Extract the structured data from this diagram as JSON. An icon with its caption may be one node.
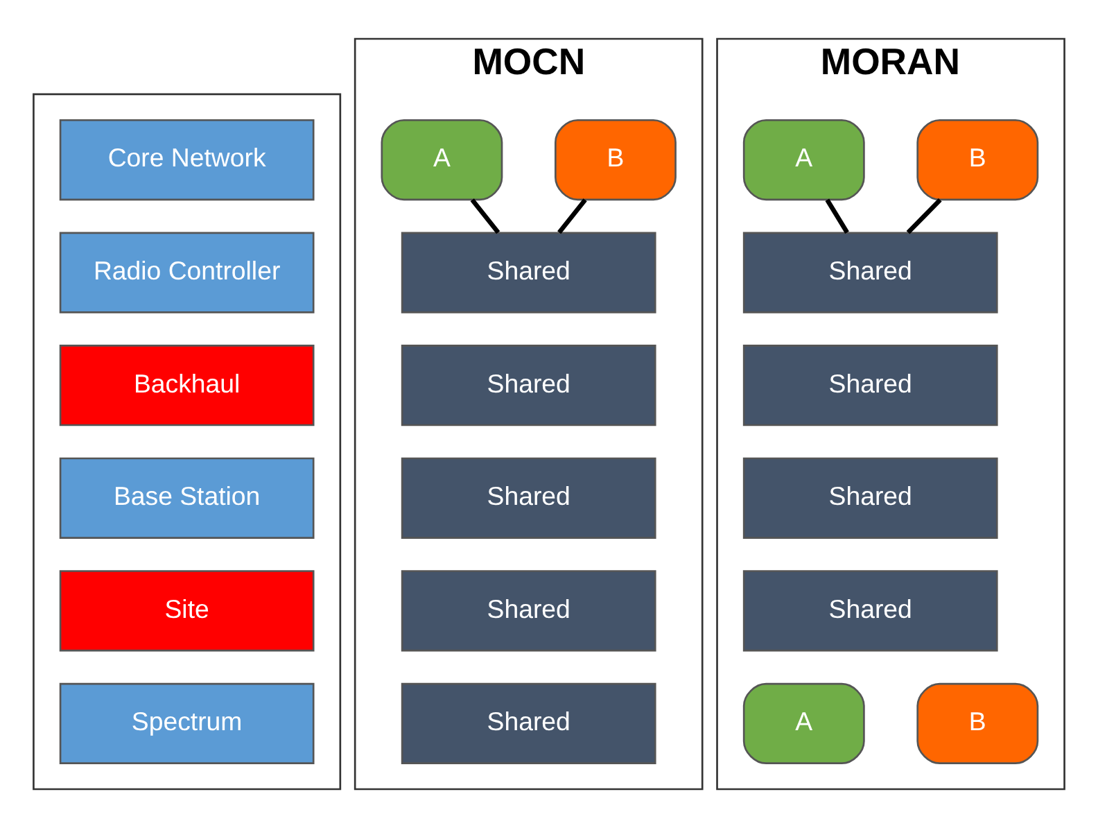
{
  "diagram": {
    "nodes": [
      {
        "text": [],
        "shape": "box"
      },
      {
        "text": [
          "Core Network"
        ],
        "in": 0
      },
      {
        "text": [
          "Radio Controller"
        ],
        "in": 0
      },
      {
        "text": [
          "Backhaul"
        ],
        "in": 0
      },
      {
        "text": [
          "Base Station"
        ],
        "in": 0
      },
      {
        "text": [
          "Site"
        ],
        "in": 0
      },
      {
        "text": [
          "Spectrum"
        ],
        "in": 0
      },
      {
        "text": [
          "MOCN"
        ]
      },
      {
        "text": [
          "A"
        ],
        "in": 7
      },
      {
        "text": [
          "B"
        ],
        "in": 7
      },
      {
        "text": [
          "Shared"
        ],
        "in": 7
      },
      {
        "text": [
          "Shared"
        ],
        "in": 7
      },
      {
        "text": [
          "Shared"
        ],
        "in": 7
      },
      {
        "text": [
          "Shared"
        ],
        "in": 7
      },
      {
        "text": [
          "Shared"
        ],
        "in": 7
      },
      {
        "text": [
          "MORAN"
        ]
      },
      {
        "text": [
          "A"
        ],
        "in": 15
      },
      {
        "text": [
          "B"
        ],
        "in": 15
      },
      {
        "text": [
          "Shared"
        ],
        "in": 15
      },
      {
        "text": [
          "Shared"
        ],
        "in": 15
      },
      {
        "text": [
          "Shared"
        ],
        "in": 15
      },
      {
        "text": [
          "Shared"
        ],
        "in": 15
      },
      {
        "text": [
          "A"
        ],
        "in": 15
      },
      {
        "text": [
          "B"
        ],
        "in": 15
      }
    ],
    "edges": [
      {
        "from": 8,
        "to": 10,
        "arrow": "none"
      },
      {
        "from": 9,
        "to": 10,
        "arrow": "none"
      },
      {
        "from": 16,
        "to": 18,
        "arrow": "none"
      },
      {
        "from": 17,
        "to": 18,
        "arrow": "none"
      }
    ]
  }
}
